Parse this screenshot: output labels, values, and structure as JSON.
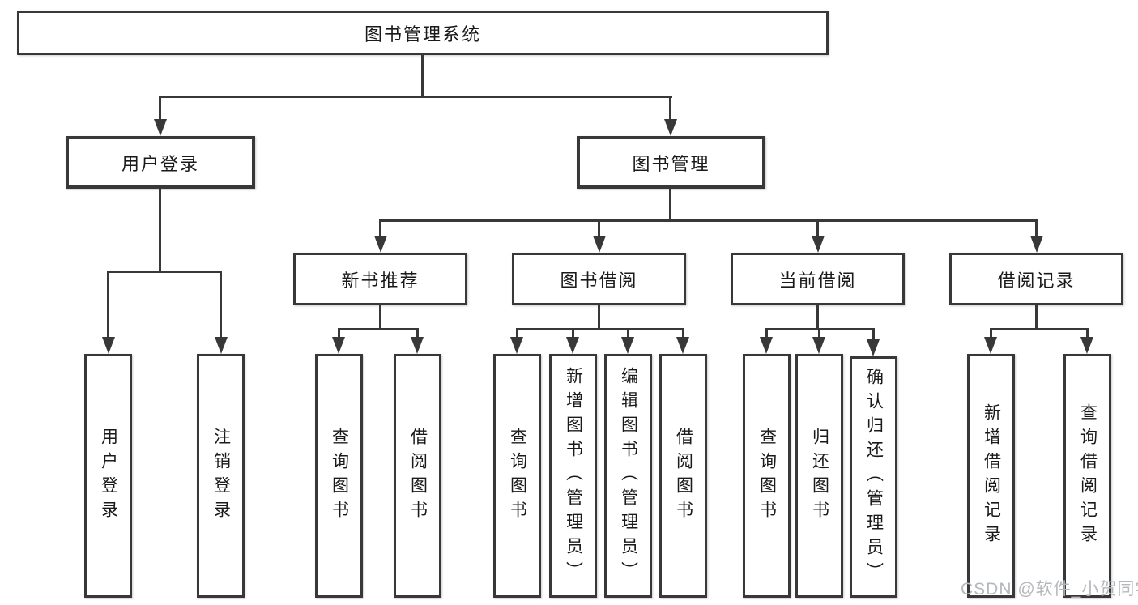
{
  "colors": {
    "line": "#383838",
    "text": "#1a1a1a",
    "watermark": "#b4b7bb",
    "background": "#ffffff"
  },
  "nodes": {
    "root": {
      "label": "图书管理系统"
    },
    "user": {
      "label": "用户登录",
      "children": [
        {
          "label": "用户登录"
        },
        {
          "label": "注销登录"
        }
      ]
    },
    "mgmt": {
      "label": "图书管理",
      "groups": [
        {
          "label": "新书推荐",
          "children": [
            {
              "label": "查询图书"
            },
            {
              "label": "借阅图书"
            }
          ]
        },
        {
          "label": "图书借阅",
          "children": [
            {
              "label": "查询图书"
            },
            {
              "label": "新增图书（管理员）"
            },
            {
              "label": "编辑图书（管理员）"
            },
            {
              "label": "借阅图书"
            }
          ]
        },
        {
          "label": "当前借阅",
          "children": [
            {
              "label": "查询图书"
            },
            {
              "label": "归还图书"
            },
            {
              "label": "确认归还（管理员）"
            }
          ]
        },
        {
          "label": "借阅记录",
          "children": [
            {
              "label": "新增借阅记录"
            },
            {
              "label": "查询借阅记录"
            }
          ]
        }
      ]
    }
  },
  "watermark": "CSDN @软件_小贺同学"
}
